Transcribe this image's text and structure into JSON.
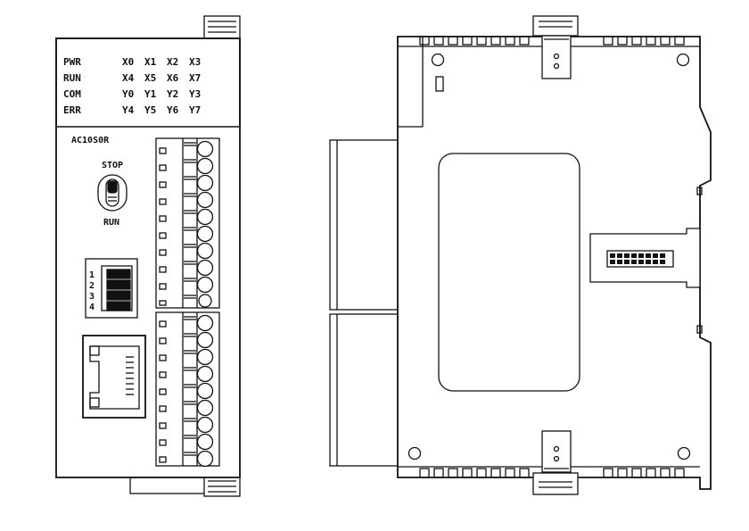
{
  "front_view": {
    "status_leds": [
      "PWR",
      "RUN",
      "COM",
      "ERR"
    ],
    "io_rows": [
      [
        "X0",
        "X1",
        "X2",
        "X3"
      ],
      [
        "X4",
        "X5",
        "X6",
        "X7"
      ],
      [
        "Y0",
        "Y1",
        "Y2",
        "Y3"
      ],
      [
        "Y4",
        "Y5",
        "Y6",
        "Y7"
      ]
    ],
    "model": "AC10S0R",
    "switch_top_label": "STOP",
    "switch_bottom_label": "RUN",
    "dip_numbers": [
      "1",
      "2",
      "3",
      "4"
    ]
  },
  "colors": {
    "line": "#111111",
    "background": "#ffffff"
  }
}
